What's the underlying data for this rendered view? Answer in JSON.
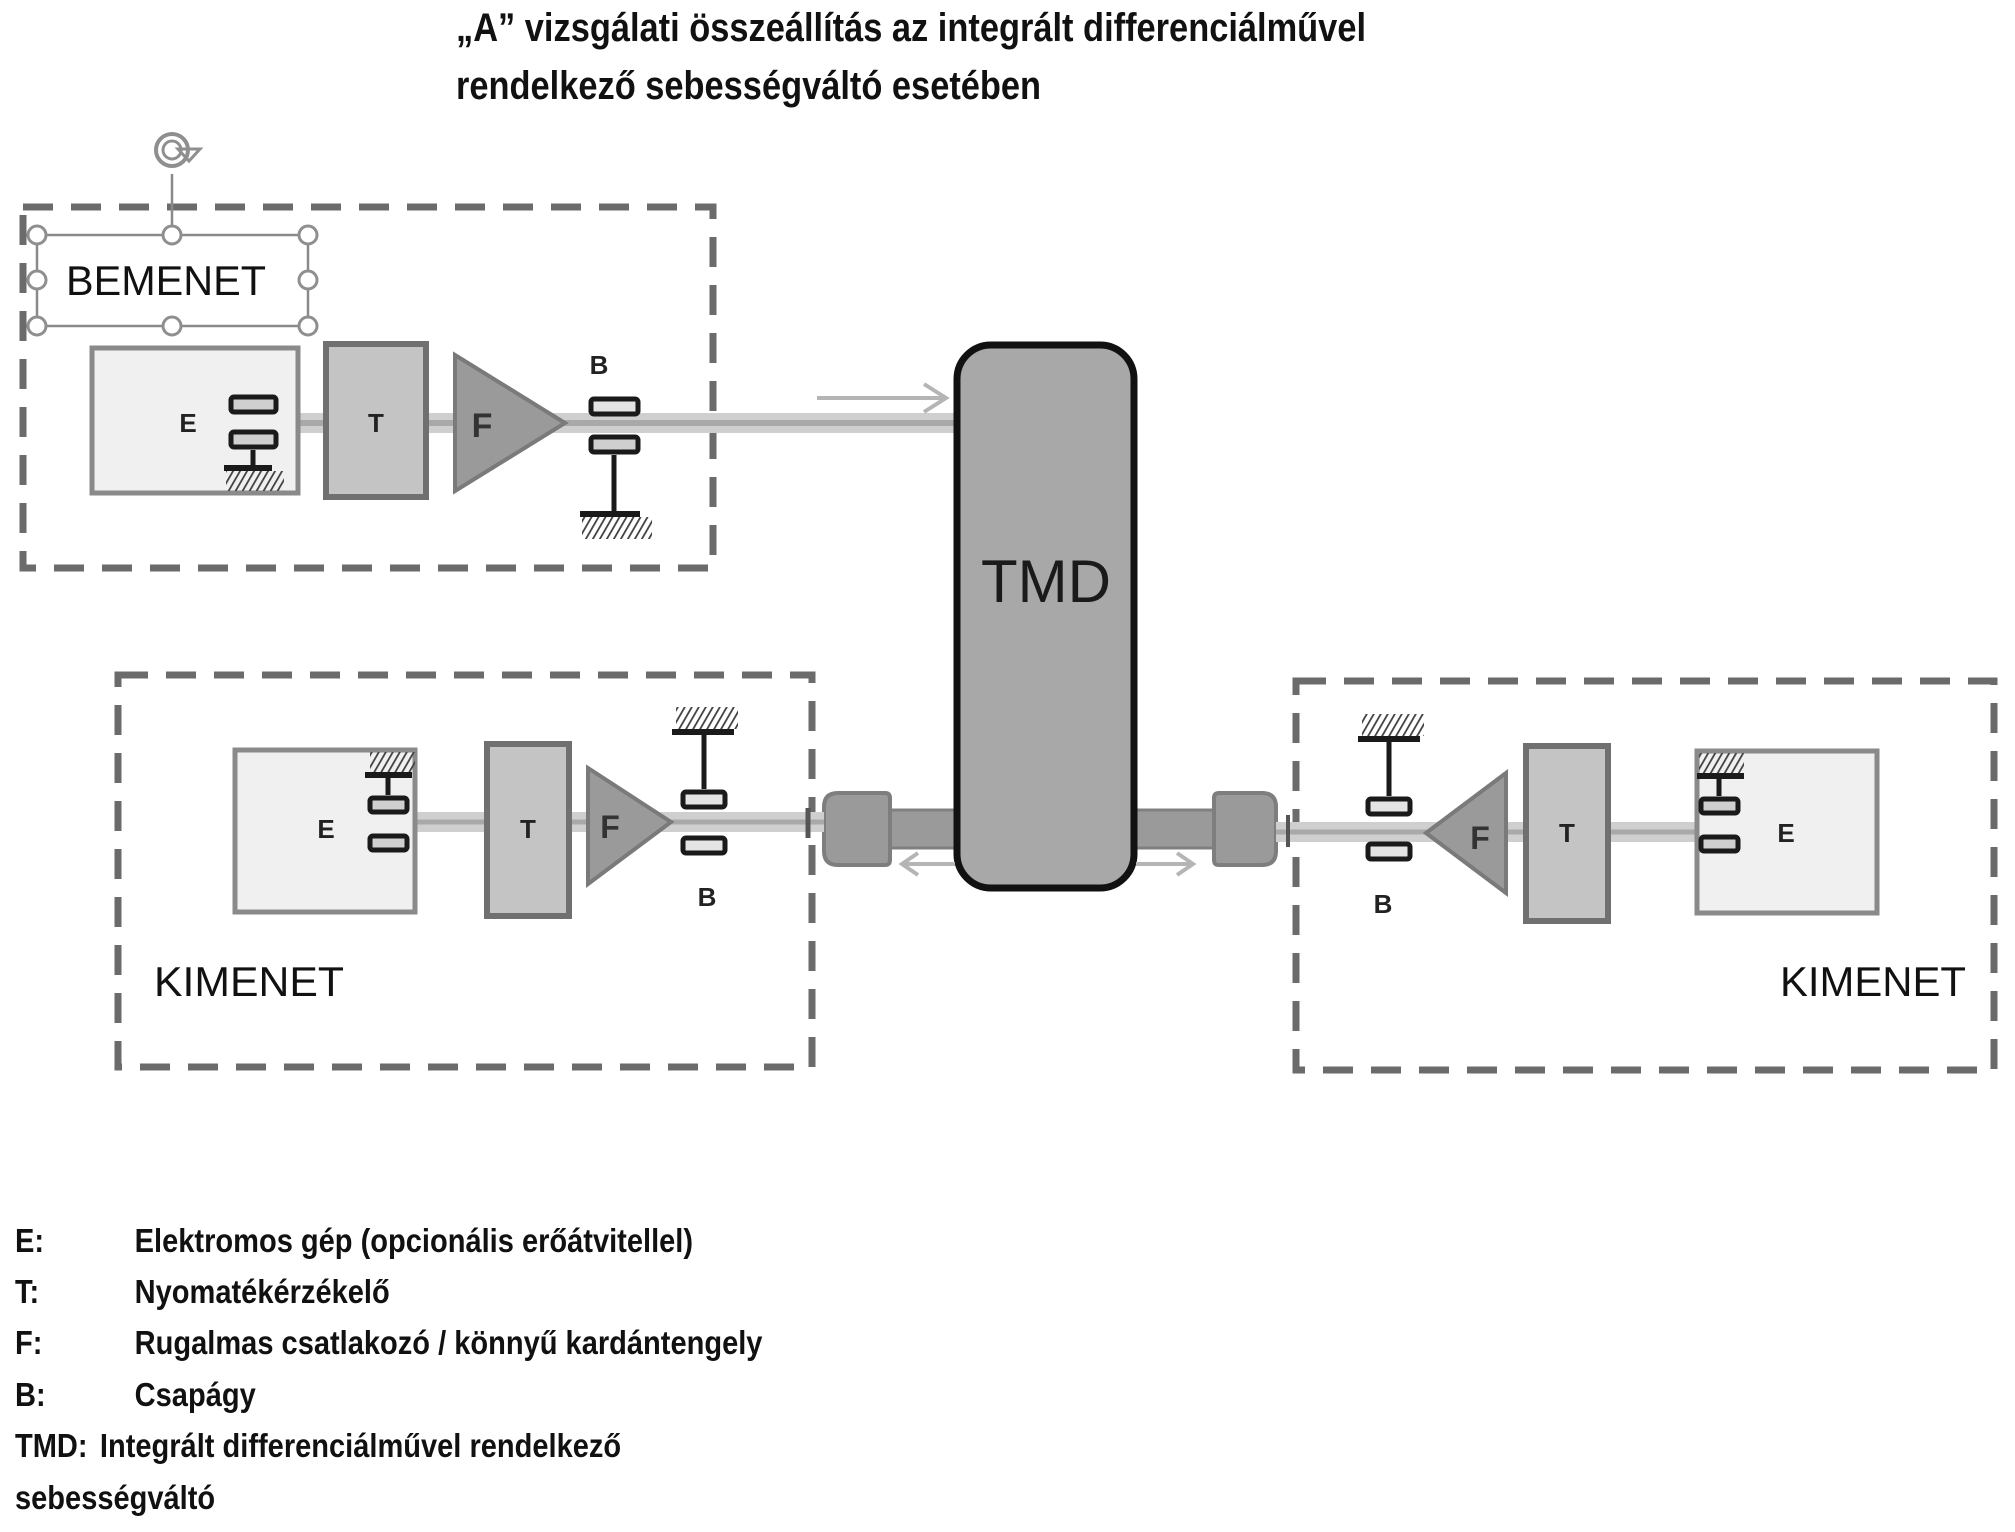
{
  "title": {
    "line1": "„A” vizsgálati összeállítás az integrált differenciálművel",
    "line2": "rendelkező sebességváltó esetében"
  },
  "diagram": {
    "input_group": {
      "label": "BEMENET",
      "selected": true,
      "components": {
        "electric_machine": "E",
        "torque_sensor": "T",
        "flexible_coupling": "F",
        "bearing": "B"
      },
      "flow_direction": "right"
    },
    "output_left_group": {
      "label": "KIMENET",
      "components": {
        "electric_machine": "E",
        "torque_sensor": "T",
        "flexible_coupling": "F",
        "bearing": "B"
      },
      "flow_direction": "left"
    },
    "output_right_group": {
      "label": "KIMENET",
      "components": {
        "electric_machine": "E",
        "torque_sensor": "T",
        "flexible_coupling": "F",
        "bearing": "B"
      },
      "flow_direction": "right"
    },
    "center_unit": {
      "label": "TMD"
    },
    "colors": {
      "dashed_border": "#6b6b6b",
      "machine_fill": "#f0f0f0",
      "sensor_fill": "#c4c4c4",
      "coupling_fill": "#9a9a9a",
      "tmd_fill": "#a8a8a8",
      "outline_dark": "#111111"
    }
  },
  "legend": [
    {
      "key": "E:",
      "text": "Elektromos gép (opcionális erőátvitellel)"
    },
    {
      "key": "T:",
      "text": "Nyomatékérzékelő"
    },
    {
      "key": "F:",
      "text": "Rugalmas csatlakozó / könnyű kardántengely"
    },
    {
      "key": "B:",
      "text": "Csapágy"
    },
    {
      "key": "TMD:",
      "text": "Integrált differenciálművel rendelkező"
    },
    {
      "key": "",
      "text": "sebességváltó"
    }
  ]
}
